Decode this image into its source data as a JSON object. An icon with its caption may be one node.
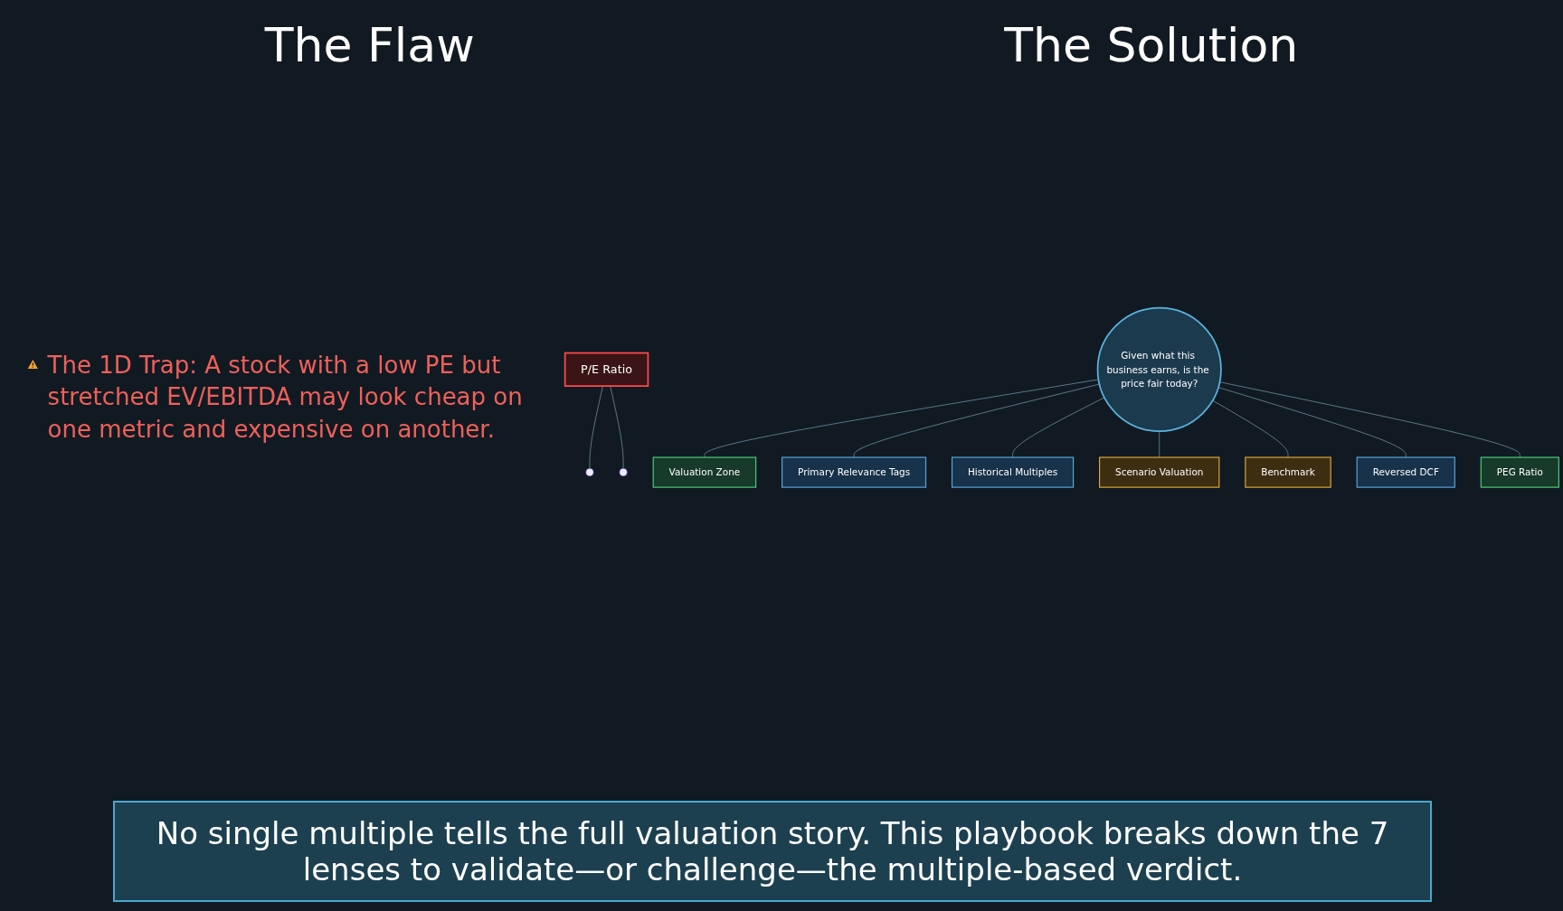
{
  "diagram": {
    "nodes": [
      {
        "text": [
          "P/E Ratio"
        ]
      },
      {
        "text": [
          "Given what this business earns, is the price fair today?"
        ]
      },
      {
        "text": [
          "Valuation Zone"
        ]
      },
      {
        "text": [
          "Primary Relevance Tags"
        ]
      },
      {
        "text": [
          "Historical Multiples"
        ]
      },
      {
        "text": [
          "Scenario Valuation"
        ]
      },
      {
        "text": [
          "Benchmark"
        ]
      },
      {
        "text": [
          "Reversed DCF"
        ]
      },
      {
        "text": [
          "PEG Ratio"
        ]
      },
      {
        "text": [],
        "shape": "circle"
      },
      {
        "text": [],
        "shape": "circle"
      }
    ],
    "edges": [
      {
        "from": 0,
        "to": 9,
        "arrow": "none"
      },
      {
        "from": 0,
        "to": 10,
        "arrow": "none"
      },
      {
        "from": 1,
        "to": 2,
        "arrow": "none"
      },
      {
        "from": 1,
        "to": 3,
        "arrow": "none"
      },
      {
        "from": 1,
        "to": 4,
        "arrow": "none"
      },
      {
        "from": 1,
        "to": 5,
        "arrow": "none"
      },
      {
        "from": 1,
        "to": 6,
        "arrow": "none"
      },
      {
        "from": 1,
        "to": 7,
        "arrow": "none"
      },
      {
        "from": 1,
        "to": 8,
        "arrow": "none"
      }
    ],
    "labels": [
      "The Flaw",
      "The Solution",
      "The 1D Trap: A stock with a low PE but stretched EV/EBITDA may look cheap on one metric and expensive on another."
    ],
    "caption": "No single multiple tells the full valuation story. This playbook breaks down the 7 lenses to validate—or challenge—the multiple-based verdict."
  }
}
